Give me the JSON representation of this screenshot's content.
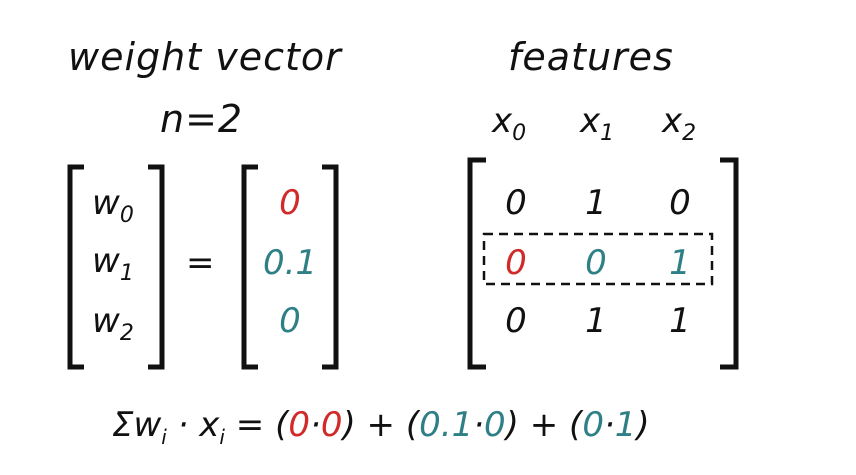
{
  "titles": {
    "weight_vector": "weight vector",
    "n_label": "n=2",
    "features": "features"
  },
  "weights": {
    "symbols": [
      {
        "base": "w",
        "sub": "0"
      },
      {
        "base": "w",
        "sub": "1"
      },
      {
        "base": "w",
        "sub": "2"
      }
    ],
    "equals": "=",
    "values": [
      "0",
      "0.1",
      "0"
    ],
    "value_colors": [
      "#d02a2a",
      "#2f7f86",
      "#2f7f86"
    ]
  },
  "features": {
    "headers": [
      {
        "base": "x",
        "sub": "0"
      },
      {
        "base": "x",
        "sub": "1"
      },
      {
        "base": "x",
        "sub": "2"
      }
    ],
    "rows": [
      [
        "0",
        "1",
        "0"
      ],
      [
        "0",
        "0",
        "1"
      ],
      [
        "0",
        "1",
        "1"
      ]
    ],
    "highlighted_row": 1,
    "highlight_colors": [
      "#d02a2a",
      "#2f7f86",
      "#2f7f86"
    ]
  },
  "formula": {
    "sigma": "Σ",
    "w": "w",
    "w_sub": "i",
    "dot": "·",
    "x": "x",
    "x_sub": "i",
    "eq": "=",
    "t1_open": "(",
    "t1_a": "0",
    "t1_dot": "·",
    "t1_b": "0",
    "t1_close": ")",
    "plus1": "+",
    "t2_open": "(",
    "t2_a": "0.1",
    "t2_dot": "·",
    "t2_b": "0",
    "t2_close": ")",
    "plus2": "+",
    "t3_open": "(",
    "t3_a": "0",
    "t3_dot": "·",
    "t3_b": "1",
    "t3_close": ")"
  },
  "colors": {
    "ink": "#111111",
    "red": "#d02a2a",
    "teal": "#2f7f86"
  }
}
